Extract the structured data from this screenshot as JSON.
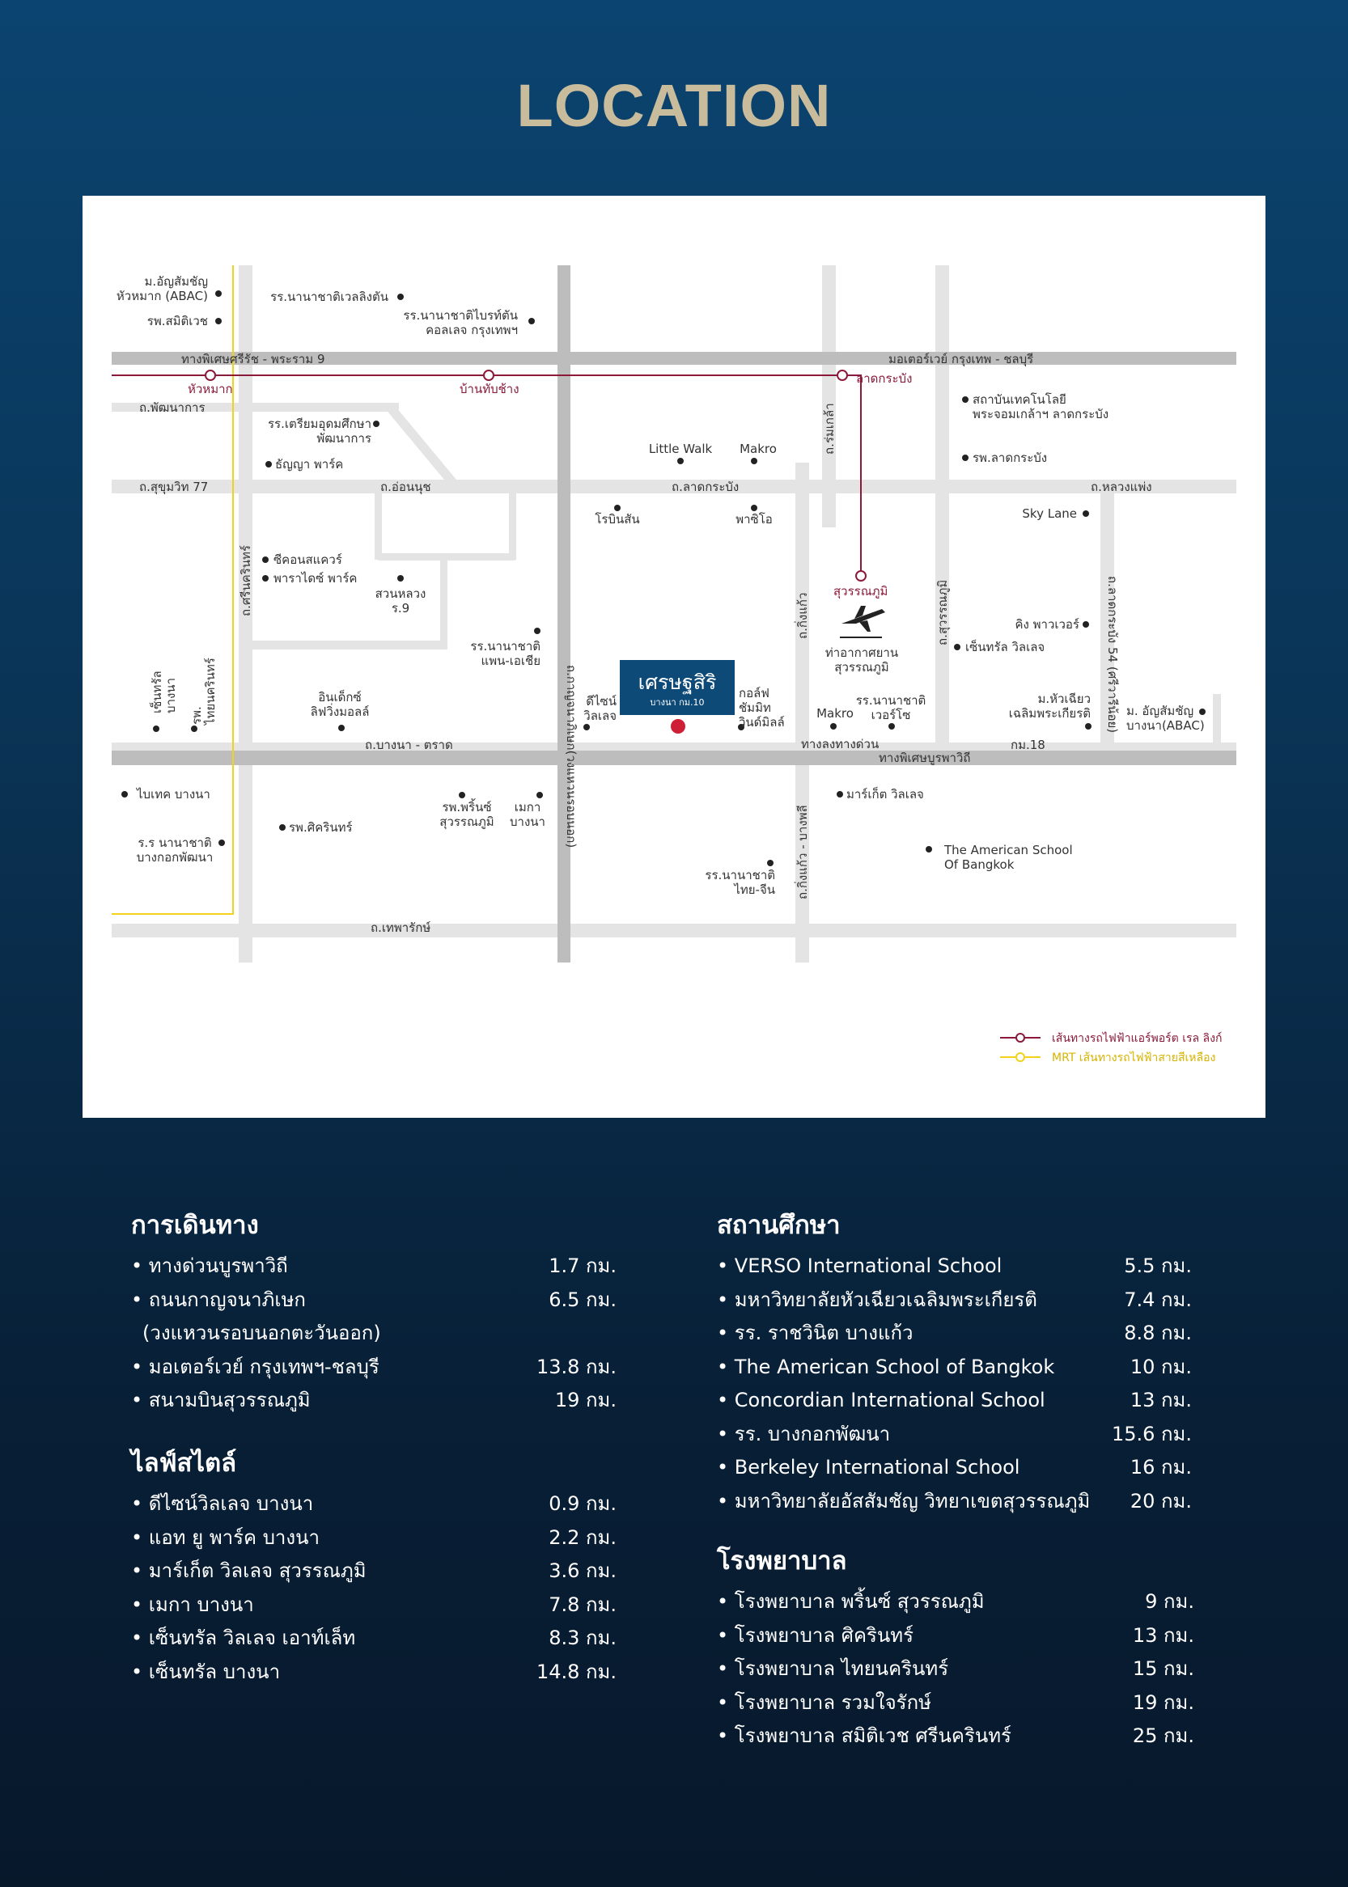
{
  "page_title": "LOCATION",
  "map": {
    "project_logo": "เศรษฐสิริ",
    "project_logo_sub": "บางนา กม.10",
    "roads": {
      "bangna_trat": "ถ.บางนา - ตราด",
      "burapha_withi": "ทางพิเศษบูรพาวิถี",
      "srinakarin": "ถ.ศรีนครินทร์",
      "sukhumvit77": "ถ.สุขุมวิท 77",
      "on_nut": "ถ.อ่อนนุช",
      "lat_krabang": "ถ.ลาดกระบัง",
      "luang_phaeng": "ถ.หลวงแพ่ง",
      "motorway": "มอเตอร์เวย์ กรุงเทพ - ชลบุรี",
      "si_rat": "ทางพิเศษศรีรัช - พระราม 9",
      "phatthanakan": "ถ.พัฒนาการ",
      "kanchanaphisek": "ถ.กาญจนาภิเษก(วงแหวนรอบนอก)",
      "king_kaew": "ถ.กิ่งแก้ว",
      "king_kaew_bangphli": "ถ.กิ่งแก้ว - บางพลี",
      "romklao": "ถ.ร่มเกล้า",
      "suvarnabhumi_rd": "ถ.สุวรรณภูมิ",
      "lat_krabang54": "ถ.ลาดกระบัง 54 (ศรีวารีน้อย)",
      "thepharak": "ถ.เทพารักษ์",
      "km18": "กม.18",
      "expressway_exit": "ทางลงทางด่วน"
    },
    "stations": {
      "hua_mak": "หัวหมาก",
      "ban_thap_chang": "บ้านทับช้าง",
      "lat_krabang": "ลาดกระบัง",
      "suvarnabhumi": "สุวรรณภูมิ"
    },
    "places": {
      "abac_huamak": "ม.อัญสัมชัญ\nหัวหมาก (ABAC)",
      "samitivej": "รพ.สมิติเวช",
      "wellington": "รร.นานาชาติเวลลิงตัน",
      "brighton": "รร.นานาชาติไบรท์ตัน\nคอลเลจ กรุงเทพฯ",
      "triam_phatthanakan": "รร.เตรียมอุดมศึกษา\nพัฒนาการ",
      "thanya_park": "ธัญญา พาร์ค",
      "seacon": "ซีคอนสแควร์",
      "paradise_park": "พาราไดซ์ พาร์ค",
      "suan_luang": "สวนหลวง\nร.9",
      "panya": "รร.นานาชาติ\nแพน-เอเชีย",
      "central_bangna": "เซ็นทรัล\nบางนา",
      "thainakarin": "รพ.\nไทยนครินทร์",
      "index_mall": "อินเด็กซ์\nลิฟวิ่งมอลล์",
      "design_village": "ดีไซน์\nวิลเลจ",
      "golf_mall": "กอล์ฟ\nชัมมิท\nวินด์มิลล์",
      "little_walk": "Little Walk",
      "makro1": "Makro",
      "robinson": "โรบินสัน",
      "pacio": "พาซิโอ",
      "kmitl": "สถาบันเทคโนโลยี\nพระจอมเกล้าฯ ลาดกระบัง",
      "lat_krabang_hosp": "รพ.ลาดกระบัง",
      "sky_lane": "Sky Lane",
      "airport": "ท่าอากาศยาน\nสุวรรณภูมิ",
      "king_power": "คิง พาวเวอร์",
      "central_village": "เซ็นทรัล วิลเลจ",
      "makro2": "Makro",
      "verso": "รร.นานาชาติ\nเวอร์โซ",
      "hcu": "ม.หัวเฉียว\nเฉลิมพระเกียรติ",
      "abac_bangna": "ม. อัญสัมชัญ\nบางนา(ABAC)",
      "bitec": "ไบเทค บางนา",
      "bangkok_pattana": "ร.ร นานาชาติ\nบางกอกพัฒนา",
      "sikarin": "รพ.ศิครินทร์",
      "prince_suvarnabhumi": "รพ.พริ้นซ์\nสุวรรณภูมิ",
      "mega_bangna": "เมกา\nบางนา",
      "market_village": "มาร์เก็ต วิลเลจ",
      "american_school": "The American School\nOf Bangkok",
      "thai_chinese": "รร.นานาชาติ\nไทย-จีน"
    },
    "legend": {
      "airport_link": "เส้นทางรถไฟฟ้าแอร์พอร์ต เรล ลิงก์",
      "mrt_yellow": "MRT เส้นทางรถไฟฟ้าสายสีเหลือง"
    },
    "colors": {
      "airport_link": "#8b1a3a",
      "mrt_yellow": "#f2d21b",
      "project_pin": "#cf1f36",
      "logo_bg": "#0e4a78"
    }
  },
  "sections": {
    "travel": {
      "title": "การเดินทาง",
      "items": [
        {
          "name": "ทางด่วนบูรพาวิถี",
          "dist": "1.7 กม."
        },
        {
          "name": "ถนนกาญจนาภิเษก",
          "dist": "6.5 กม."
        },
        {
          "name": "(วงแหวนรอบนอกตะวันออก)",
          "dist": ""
        },
        {
          "name": "มอเตอร์เวย์ กรุงเทพฯ-ชลบุรี",
          "dist": "13.8 กม."
        },
        {
          "name": "สนามบินสุวรรณภูมิ",
          "dist": "19 กม."
        }
      ]
    },
    "lifestyle": {
      "title": "ไลฟ์สไตล์",
      "items": [
        {
          "name": "ดีไซน์วิลเลจ บางนา",
          "dist": "0.9 กม."
        },
        {
          "name": "แอท ยู พาร์ค บางนา",
          "dist": "2.2 กม."
        },
        {
          "name": "มาร์เก็ต วิลเลจ สุวรรณภูมิ",
          "dist": "3.6 กม."
        },
        {
          "name": "เมกา บางนา",
          "dist": "7.8 กม."
        },
        {
          "name": "เซ็นทรัล วิลเลจ เอาท์เล็ท",
          "dist": "8.3 กม."
        },
        {
          "name": "เซ็นทรัล บางนา",
          "dist": "14.8 กม."
        }
      ]
    },
    "education": {
      "title": "สถานศึกษา",
      "items": [
        {
          "name": "VERSO International School",
          "dist": "5.5 กม."
        },
        {
          "name": "มหาวิทยาลัยหัวเฉียวเฉลิมพระเกียรติ",
          "dist": "7.4 กม."
        },
        {
          "name": "รร. ราชวินิต บางแก้ว",
          "dist": "8.8 กม."
        },
        {
          "name": "The American School of Bangkok",
          "dist": "10 กม."
        },
        {
          "name": "Concordian International School",
          "dist": "13 กม."
        },
        {
          "name": "รร. บางกอกพัฒนา",
          "dist": "15.6 กม."
        },
        {
          "name": "Berkeley International School",
          "dist": "16 กม."
        },
        {
          "name": "มหาวิทยาลัยอัสสัมชัญ วิทยาเขตสุวรรณภูมิ",
          "dist": "20 กม."
        }
      ]
    },
    "hospital": {
      "title": "โรงพยาบาล",
      "items": [
        {
          "name": "โรงพยาบาล พริ้นซ์ สุวรรณภูมิ",
          "dist": "9 กม."
        },
        {
          "name": "โรงพยาบาล ศิครินทร์",
          "dist": "13 กม."
        },
        {
          "name": "โรงพยาบาล ไทยนครินทร์",
          "dist": "15 กม."
        },
        {
          "name": "โรงพยาบาล รวมใจรักษ์",
          "dist": "19 กม."
        },
        {
          "name": "โรงพยาบาล สมิติเวช ศรีนครินทร์",
          "dist": "25 กม."
        }
      ]
    }
  }
}
